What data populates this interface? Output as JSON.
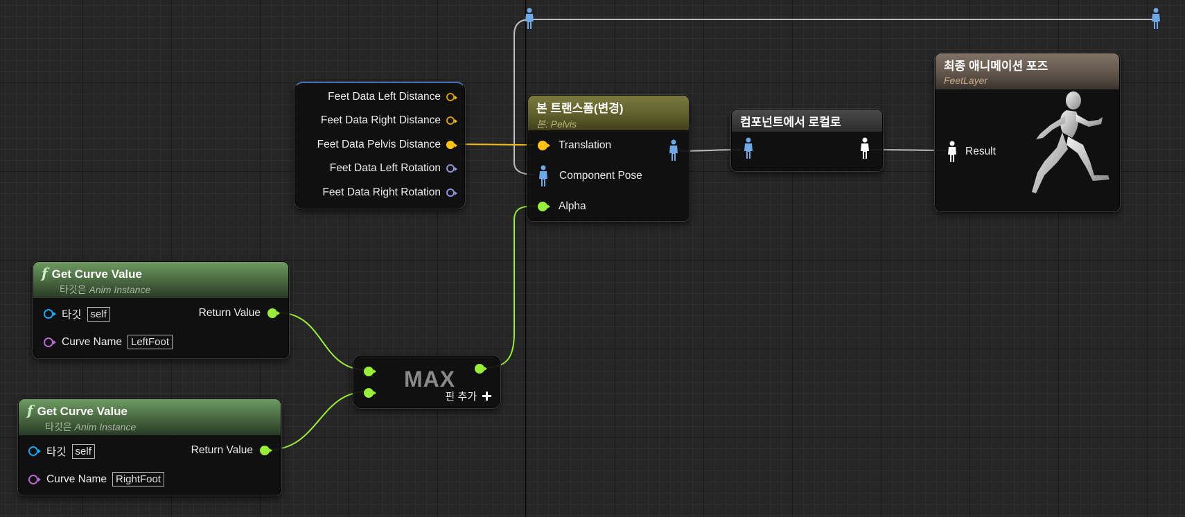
{
  "break_node": {
    "pins": [
      {
        "label": "Feet Data Left Distance"
      },
      {
        "label": "Feet Data Right Distance"
      },
      {
        "label": "Feet Data Pelvis Distance"
      },
      {
        "label": "Feet Data Left Rotation"
      },
      {
        "label": "Feet Data Right Rotation"
      }
    ]
  },
  "bone_transform_node": {
    "title": "본 트랜스폼(변경)",
    "subtitle": "본: Pelvis",
    "pins": [
      {
        "label": "Translation"
      },
      {
        "label": "Component Pose"
      },
      {
        "label": "Alpha"
      }
    ]
  },
  "component_to_local_node": {
    "title": "컴포넌트에서 로컬로"
  },
  "output_pose_node": {
    "title": "최종 애니메이션 포즈",
    "subtitle": "FeetLayer",
    "pin_label": "Result"
  },
  "curve_node_left": {
    "title": "Get Curve Value",
    "subtitle_prefix": "타깃은 ",
    "subtitle_class": "Anim Instance",
    "target_label": "타깃",
    "target_value": "self",
    "return_label": "Return Value",
    "curve_label": "Curve Name",
    "curve_value": "LeftFoot"
  },
  "curve_node_right": {
    "title": "Get Curve Value",
    "subtitle_prefix": "타깃은 ",
    "subtitle_class": "Anim Instance",
    "target_label": "타깃",
    "target_value": "self",
    "return_label": "Return Value",
    "curve_label": "Curve Name",
    "curve_value": "RightFoot"
  },
  "max_node": {
    "title": "MAX",
    "add_pin_label": "핀 추가"
  },
  "colors": {
    "float_pin": "#98ee3a",
    "vector_pin": "#ffc21a",
    "rotator_pin": "#8d95d8",
    "object_pin": "#1fa7ef",
    "name_pin": "#b46bd3",
    "pose_pin": "#6ea8e6",
    "exec_wire": "#c8c8c8"
  },
  "icons": [
    "pose-pin-icon",
    "function-icon",
    "plus-icon",
    "mannequin-preview-icon"
  ]
}
